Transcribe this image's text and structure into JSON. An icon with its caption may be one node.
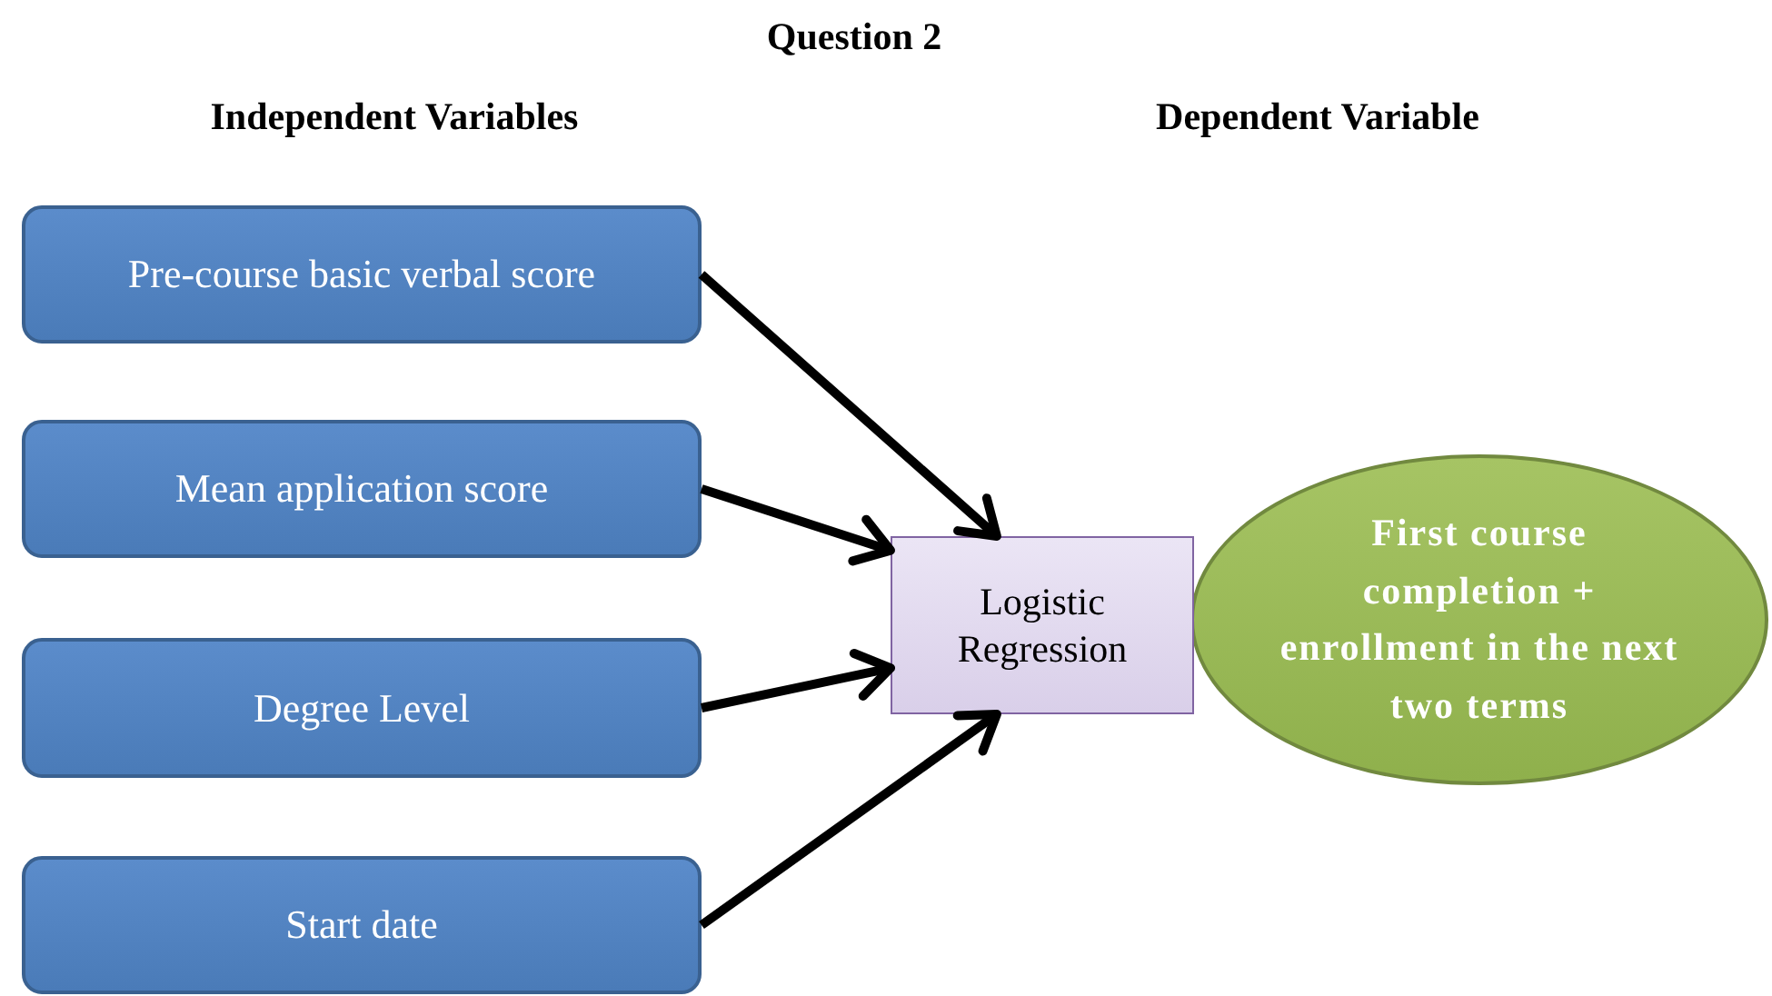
{
  "diagram": {
    "title": "Question 2",
    "nodes": [
      {
        "text": [
          "Pre-course basic verbal score"
        ]
      },
      {
        "text": [
          "Mean application score"
        ]
      },
      {
        "text": [
          "Degree Level"
        ]
      },
      {
        "text": [
          "Start date"
        ]
      },
      {
        "text": [
          "First course completion + enrollment in the next two terms"
        ]
      },
      {
        "text": [
          "Logistic Regression"
        ]
      }
    ],
    "edges": [
      {
        "from": 0,
        "to": 5,
        "arrow": "to"
      },
      {
        "from": 1,
        "to": 5,
        "arrow": "to"
      },
      {
        "from": 2,
        "to": 5,
        "arrow": "to"
      },
      {
        "from": 3,
        "to": 5,
        "arrow": "to"
      }
    ],
    "labels": [
      "Independent Variables",
      "Dependent Variable"
    ]
  }
}
